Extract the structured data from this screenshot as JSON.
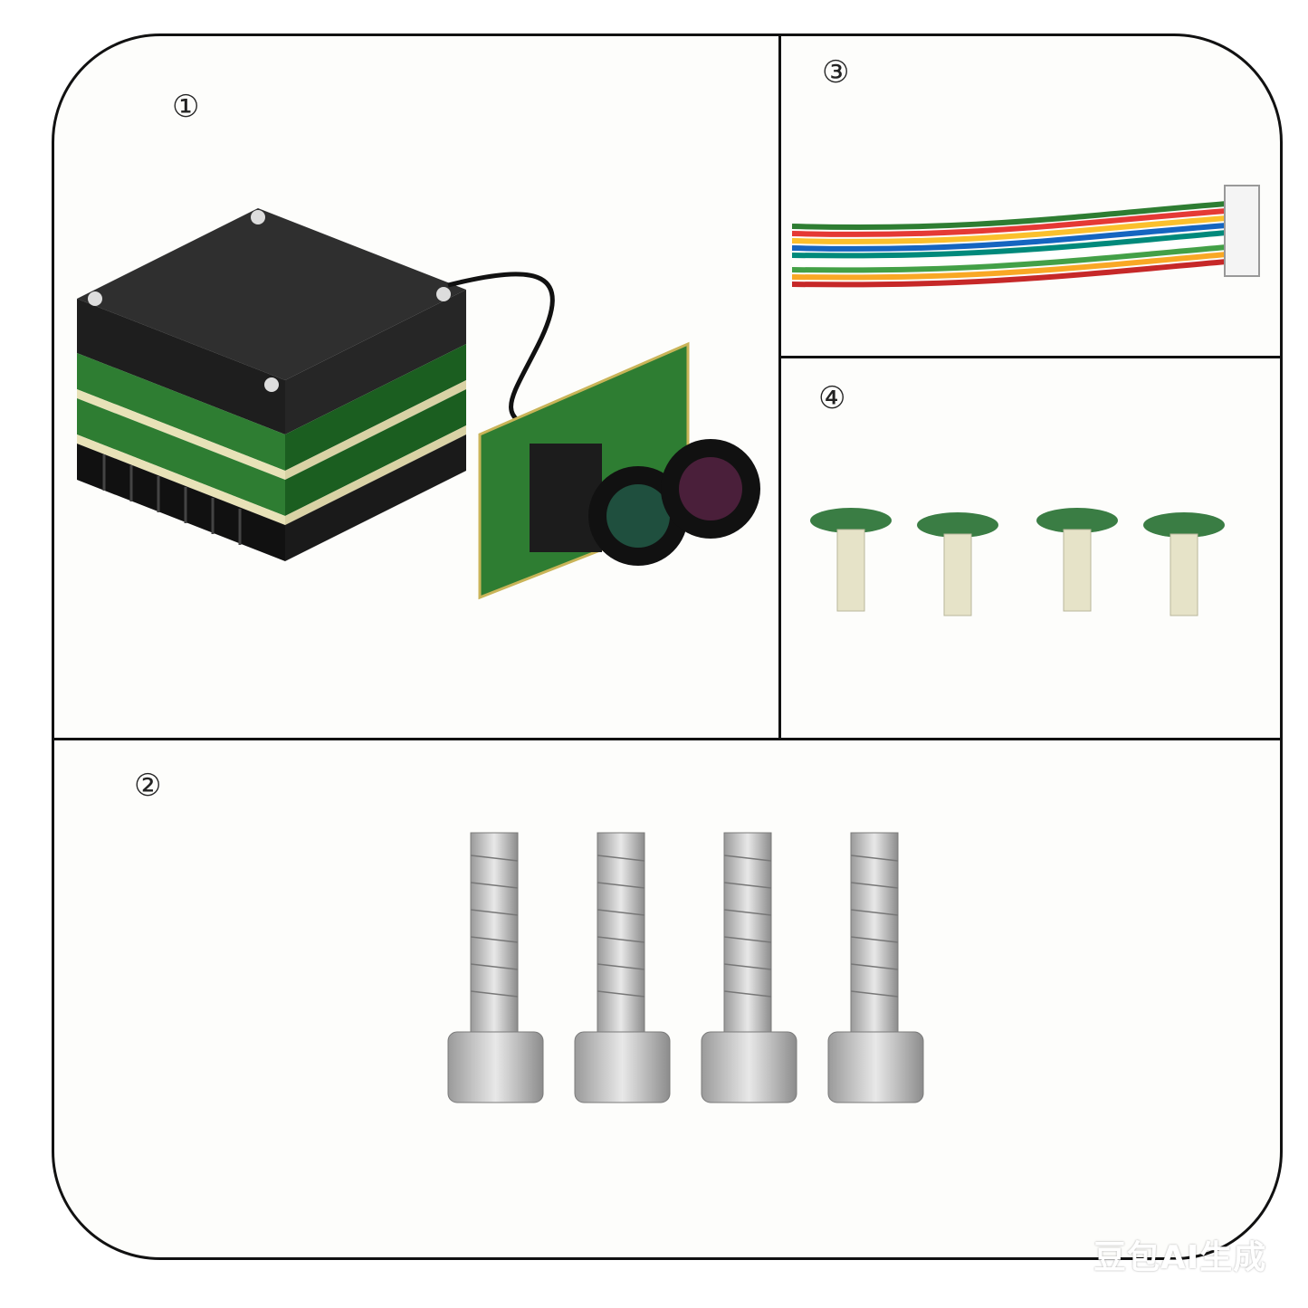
{
  "panels": {
    "p1": {
      "label": "①",
      "item": "camera-module-stack"
    },
    "p2": {
      "label": "②",
      "item": "long-screws"
    },
    "p3": {
      "label": "③",
      "item": "wire-harness"
    },
    "p4": {
      "label": "④",
      "item": "short-screws"
    }
  },
  "watermark": "豆包AI生成",
  "colors": {
    "border": "#111111",
    "pcb_green": "#2e7d32",
    "metal": "#c8c8c8",
    "housing": "#2b2b2b"
  }
}
